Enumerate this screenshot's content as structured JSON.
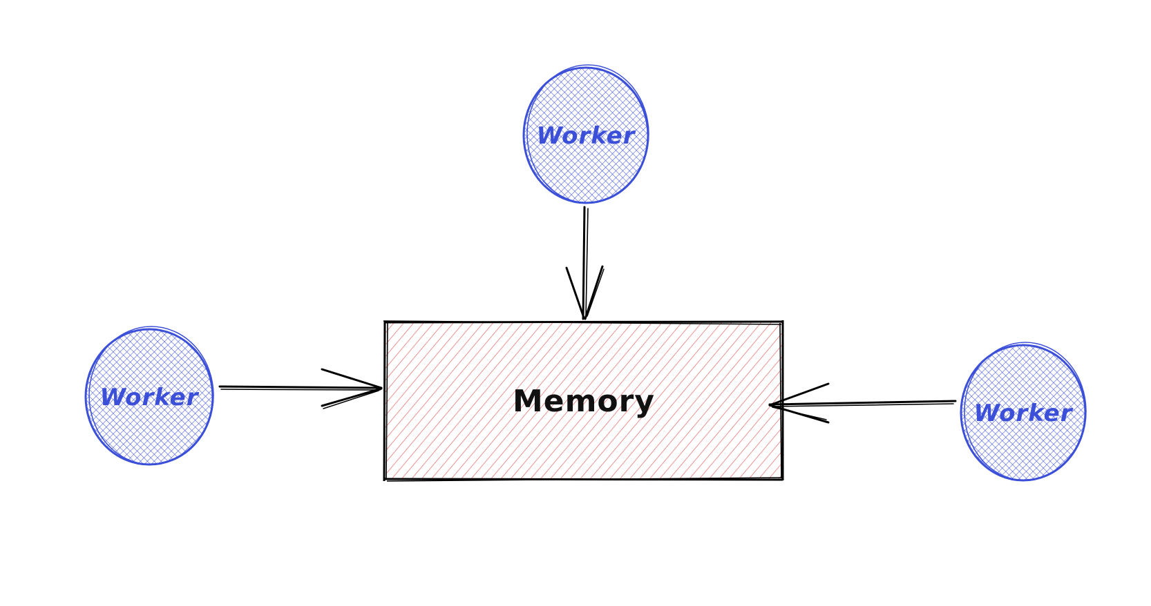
{
  "diagram": {
    "memory": {
      "label": "Memory",
      "fill": "#e03131",
      "stroke": "#000000"
    },
    "workers": [
      {
        "id": "top",
        "label": "Worker"
      },
      {
        "id": "left",
        "label": "Worker"
      },
      {
        "id": "right",
        "label": "Worker"
      }
    ],
    "worker_color": "#3b4fd8",
    "arrow_color": "#000000",
    "connections": [
      {
        "from": "top",
        "to": "memory"
      },
      {
        "from": "left",
        "to": "memory"
      },
      {
        "from": "right",
        "to": "memory"
      }
    ]
  }
}
